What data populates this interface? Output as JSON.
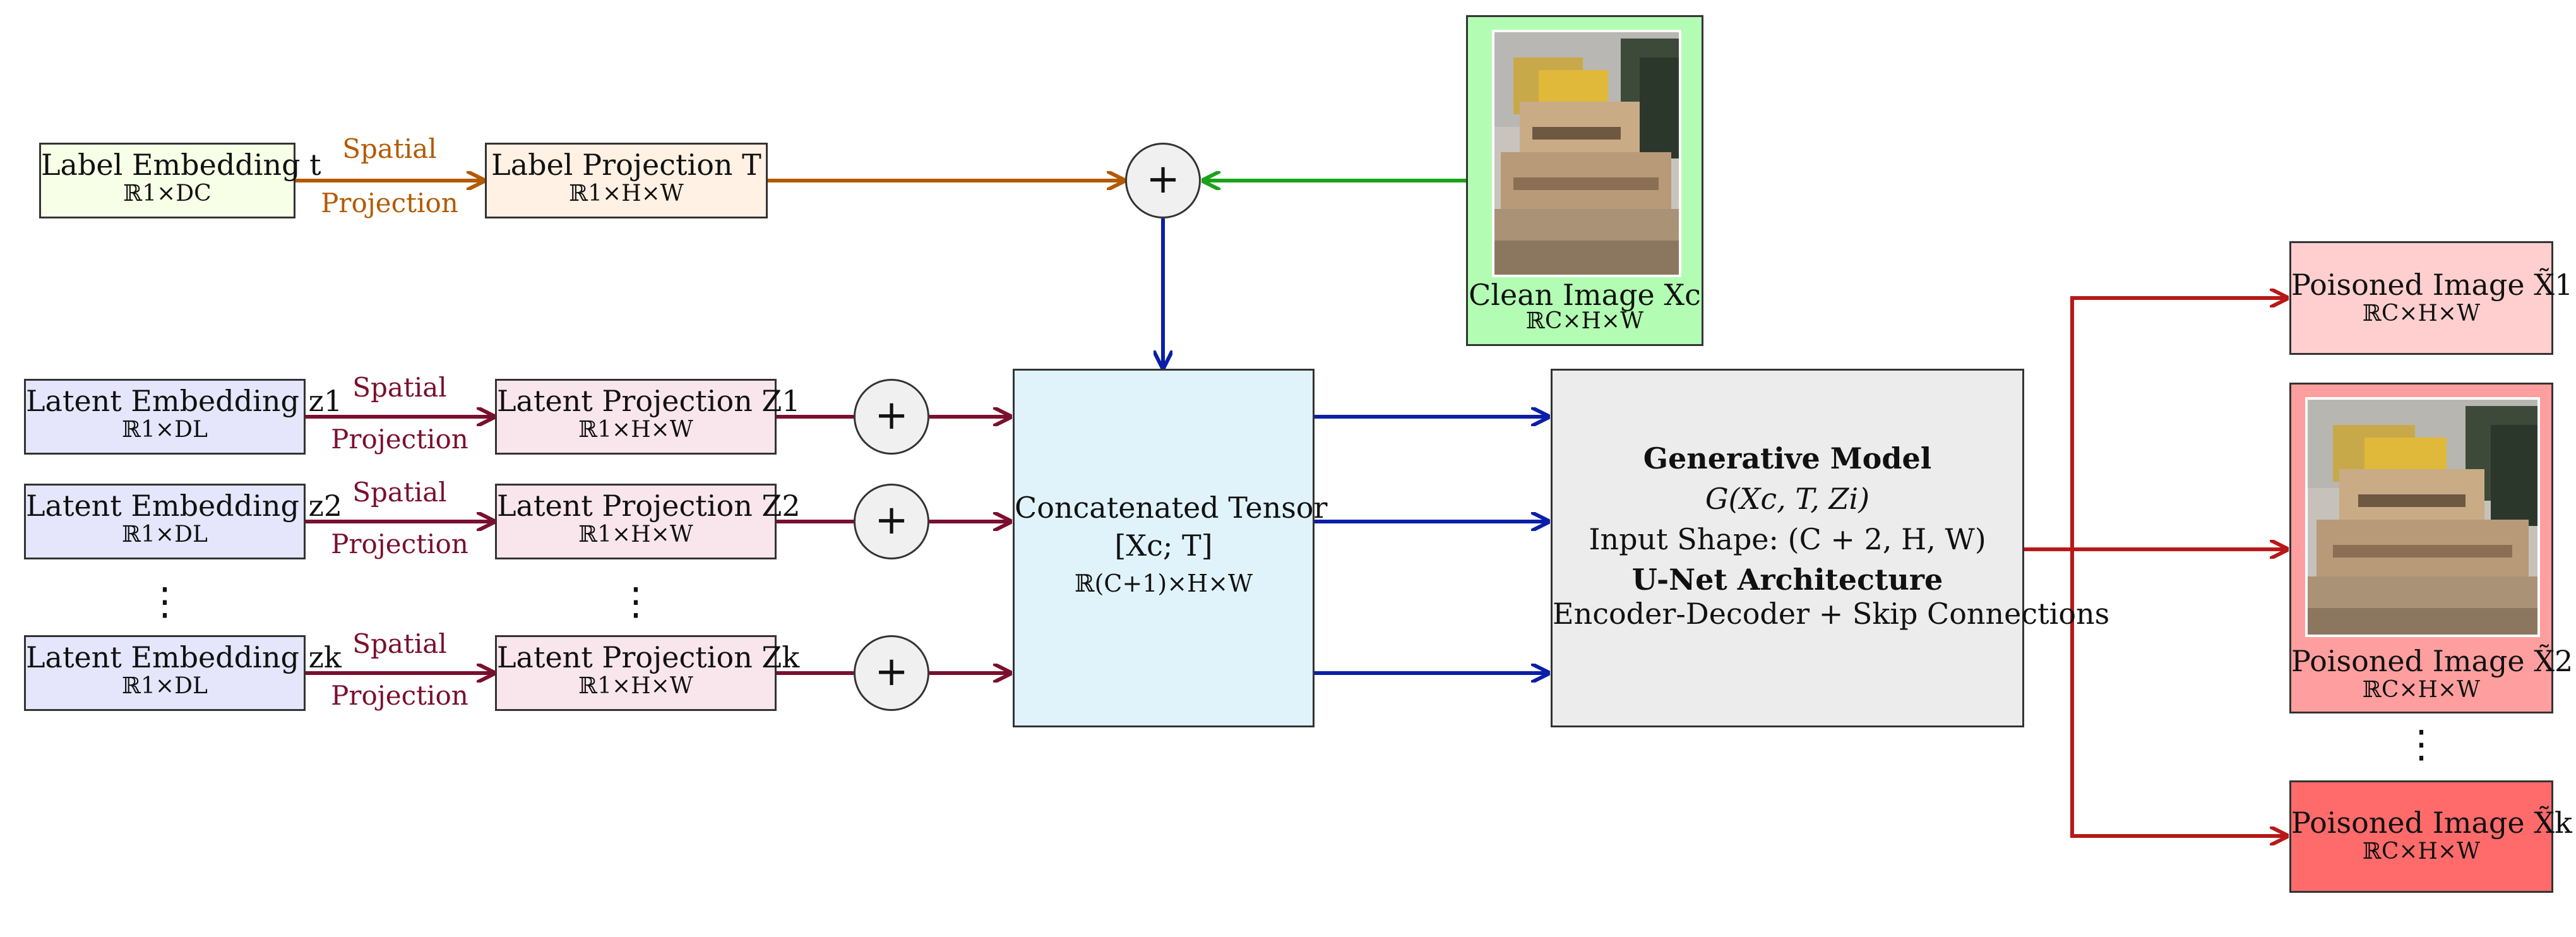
{
  "label_embedding": {
    "title": "Label Embedding t",
    "dim": "ℝ1×DC"
  },
  "label_projection": {
    "title": "Label Projection T",
    "dim": "ℝ1×H×W"
  },
  "label_arrow": {
    "top": "Spatial",
    "bottom": "Projection"
  },
  "clean_image": {
    "title": "Clean Image Xc",
    "dim": "ℝC×H×W"
  },
  "latent_rows": [
    {
      "emb_title": "Latent Embedding z1",
      "emb_dim": "ℝ1×DL",
      "proj_title": "Latent Projection Z1",
      "proj_dim": "ℝ1×H×W",
      "arrow_top": "Spatial",
      "arrow_bottom": "Projection",
      "plus": "+"
    },
    {
      "emb_title": "Latent Embedding z2",
      "emb_dim": "ℝ1×DL",
      "proj_title": "Latent Projection Z2",
      "proj_dim": "ℝ1×H×W",
      "arrow_top": "Spatial",
      "arrow_bottom": "Projection",
      "plus": "+"
    },
    {
      "emb_title": "Latent Embedding zk",
      "emb_dim": "ℝ1×DL",
      "proj_title": "Latent Projection Zk",
      "proj_dim": "ℝ1×H×W",
      "arrow_top": "Spatial",
      "arrow_bottom": "Projection",
      "plus": "+"
    }
  ],
  "vdots": "⋮",
  "top_plus": "+",
  "concat": {
    "line1": "Concatenated Tensor",
    "line2": "[Xc; T]",
    "line3": "ℝ(C+1)×H×W"
  },
  "generative": {
    "title": "Generative Model",
    "formula": "G(Xc, T, Zi)",
    "input_shape": "Input Shape: (C + 2, H, W)",
    "arch": "U-Net Architecture",
    "arch_detail": "Encoder-Decoder + Skip Connections"
  },
  "poisoned": [
    {
      "title": "Poisoned Image X̃1",
      "dim": "ℝC×H×W"
    },
    {
      "title": "Poisoned Image X̃2",
      "dim": "ℝC×H×W"
    },
    {
      "title": "Poisoned Image X̃k",
      "dim": "ℝC×H×W"
    }
  ],
  "colors": {
    "orange": "#b35a00",
    "green": "#1aa31a",
    "blue": "#0a1fa8",
    "maroon": "#7a0f2e",
    "red": "#b81818"
  }
}
